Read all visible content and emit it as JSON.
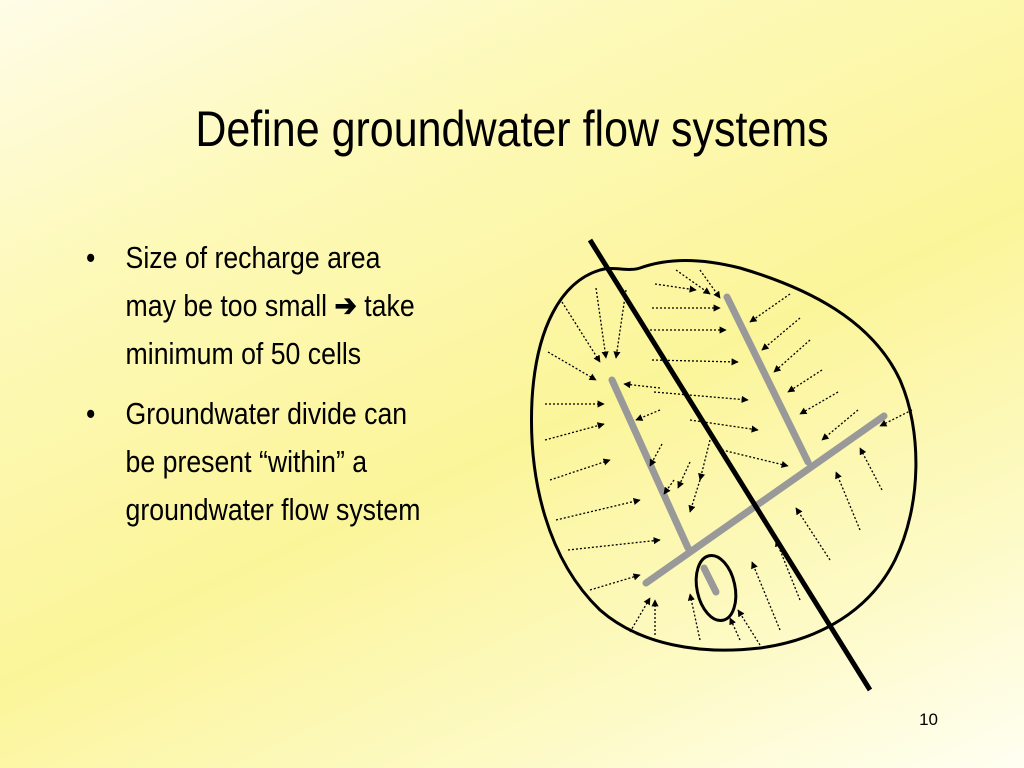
{
  "slide": {
    "title": "Define groundwater flow systems",
    "bullets": [
      {
        "symbol": "•",
        "lines": [
          "Size of recharge area",
          "may be too small",
          "take",
          "minimum of 50 cells"
        ],
        "arrow": "➔"
      },
      {
        "symbol": "•",
        "lines": [
          "Groundwater divide can",
          "be present “within” a",
          "groundwater flow system"
        ]
      }
    ],
    "page_number": "10"
  },
  "diagram": {
    "icon": "watershed-diagram",
    "colors": {
      "boundary": "#000000",
      "stream": "#9a9a9a",
      "arrow": "#000000"
    }
  }
}
